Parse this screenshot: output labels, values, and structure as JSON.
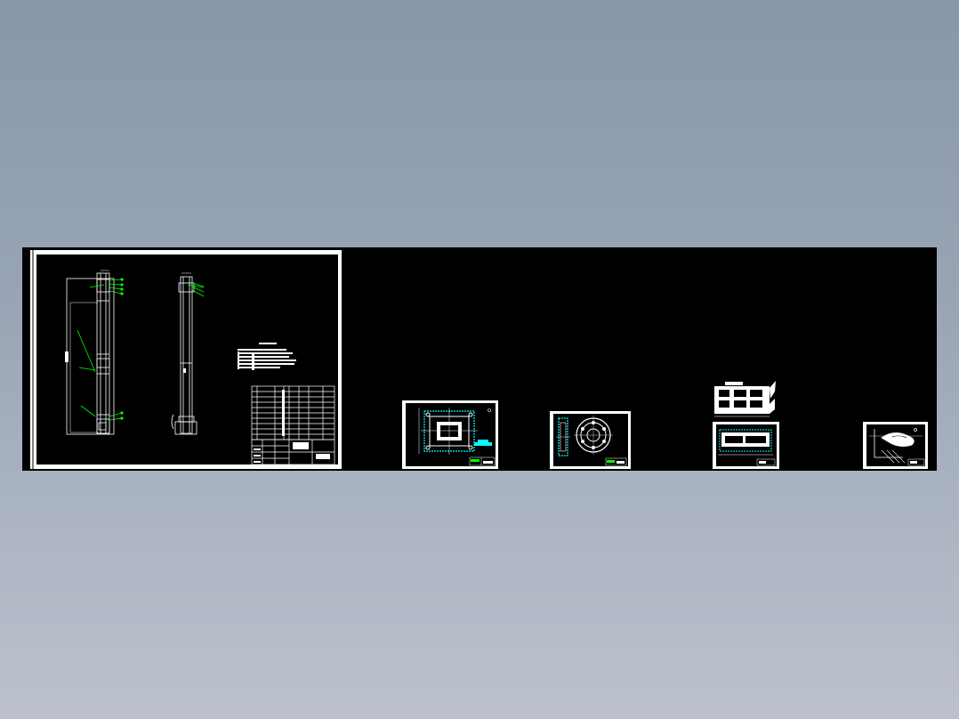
{
  "viewer": {
    "background_top": "#8797aa",
    "background_bottom": "#bcc1cc",
    "model_space_color": "#000000",
    "line_color": "#ffffff",
    "leader_color": "#00ff00",
    "hatch_color": "#00ffff",
    "dim_color": "#ffffff"
  },
  "sheets": [
    {
      "id": "main-assembly",
      "kind": "assembly-drawing"
    },
    {
      "id": "sheet-square-plate",
      "kind": "part-drawing"
    },
    {
      "id": "sheet-round-flange",
      "kind": "part-drawing"
    },
    {
      "id": "sheet-frame",
      "kind": "part-drawing"
    },
    {
      "id": "sheet-bracket",
      "kind": "part-drawing"
    }
  ]
}
